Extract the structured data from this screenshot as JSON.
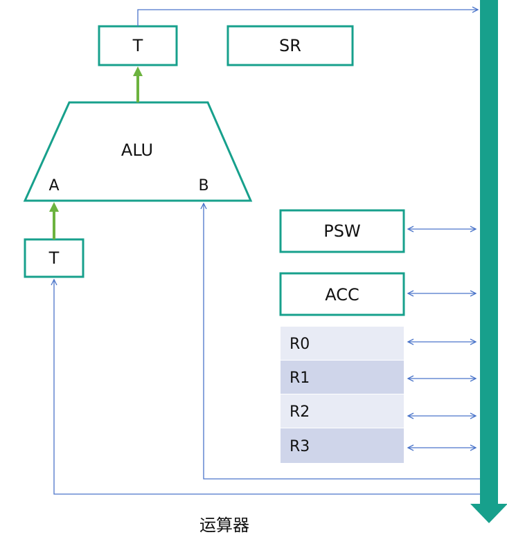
{
  "labels": {
    "t_top": "T",
    "sr": "SR",
    "alu": "ALU",
    "alu_input_a": "A",
    "alu_input_b": "B",
    "t_bottom": "T",
    "psw": "PSW",
    "acc": "ACC",
    "registers": [
      "R0",
      "R1",
      "R2",
      "R3"
    ],
    "caption": "运算器"
  },
  "colors": {
    "box_border": "#17a08c",
    "bus": "#17a08c",
    "thin_arrow": "#4a74c9",
    "thick_arrow": "#6cb33f",
    "register_light": "#e8ebf5",
    "register_dark": "#cfd5ea"
  }
}
